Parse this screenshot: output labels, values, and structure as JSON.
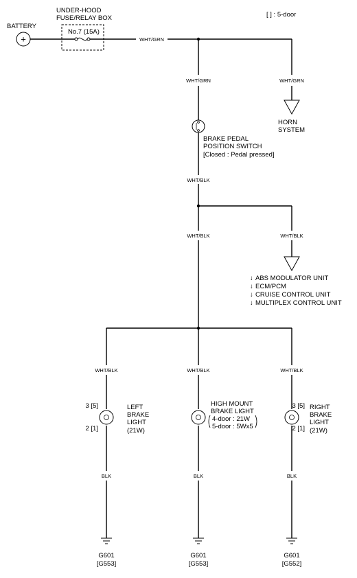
{
  "legend": "[   ] : 5-door",
  "battery": {
    "label": "BATTERY",
    "symbol": "+"
  },
  "fuse_box": {
    "title_lines": [
      "UNDER-HOOD",
      "FUSE/RELAY BOX"
    ],
    "fuse": "No.7 (15A)"
  },
  "wires": {
    "main_feed": "WHT/GRN",
    "to_switch": "WHT/GRN",
    "to_horn": "WHT/GRN",
    "from_switch": "WHT/BLK",
    "to_lights": "WHT/BLK",
    "to_modules": "WHT/BLK",
    "left_feed": "WHT/BLK",
    "center_feed": "WHT/BLK",
    "right_feed": "WHT/BLK",
    "left_ground": "BLK",
    "center_ground": "BLK",
    "right_ground": "BLK"
  },
  "horn": {
    "lines": [
      "HORN",
      "SYSTEM"
    ]
  },
  "switch": {
    "lines": [
      "BRAKE PEDAL",
      "POSITION SWITCH",
      "[Closed : Pedal pressed]"
    ]
  },
  "modules": [
    "ABS MODULATOR UNIT",
    "ECM/PCM",
    "CRUISE CONTROL UNIT",
    "MULTIPLEX CONTROL UNIT"
  ],
  "lights": {
    "left": {
      "pin_top": "3 [5]",
      "pin_bottom": "2 [1]",
      "lines": [
        "LEFT",
        "BRAKE",
        "LIGHT",
        "(21W)"
      ]
    },
    "center": {
      "lines": [
        "HIGH MOUNT",
        "BRAKE LIGHT"
      ],
      "spec_lines": [
        "4-door : 21W",
        "5-door : 5Wx5"
      ]
    },
    "right": {
      "pin_top": "3 [5]",
      "pin_bottom": "2 [1]",
      "lines": [
        "RIGHT",
        "BRAKE",
        "LIGHT",
        "(21W)"
      ]
    }
  },
  "grounds": {
    "left": [
      "G601",
      "[G553]"
    ],
    "center": [
      "G601",
      "[G553]"
    ],
    "right": [
      "G601",
      "[G552]"
    ]
  }
}
